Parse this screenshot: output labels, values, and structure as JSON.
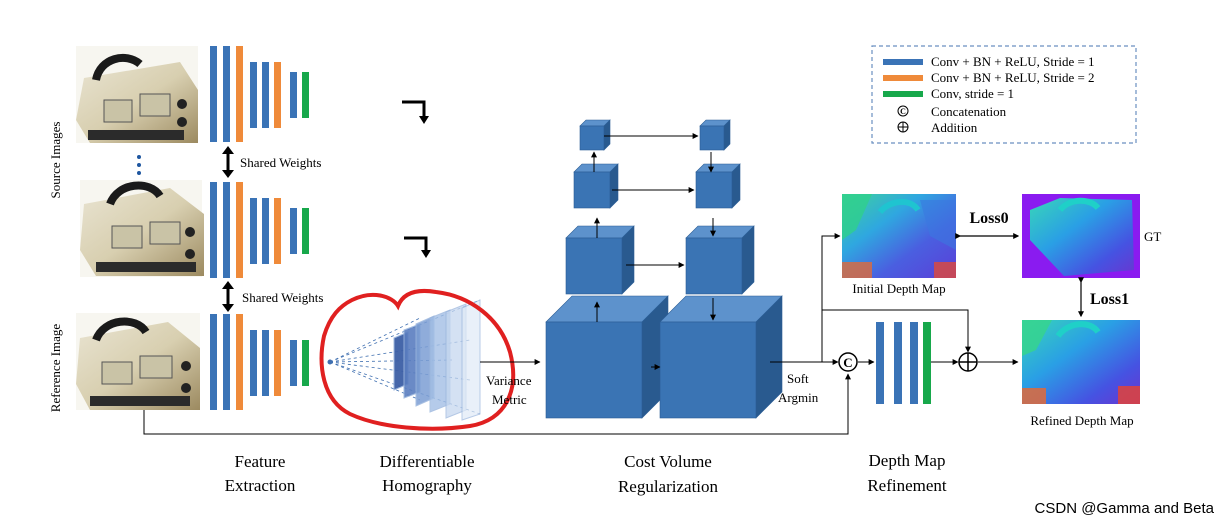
{
  "labels": {
    "source_images": "Source Images",
    "reference_image": "Reference Image",
    "shared_weights_1": "Shared Weights",
    "shared_weights_2": "Shared Weights",
    "variance_line1": "Variance",
    "variance_line2": "Metric",
    "soft_line1": "Soft",
    "soft_line2": "Argmin",
    "initial_depth_map": "Initial Depth Map",
    "refined_depth_map": "Refined Depth Map",
    "loss0": "Loss0",
    "loss1": "Loss1",
    "gt": "GT",
    "concat_symbol": "C"
  },
  "stages": {
    "feature_line1": "Feature",
    "feature_line2": "Extraction",
    "homography_line1": "Differentiable",
    "homography_line2": "Homography",
    "cost_line1": "Cost Volume",
    "cost_line2": "Regularization",
    "refine_line1": "Depth Map",
    "refine_line2": "Refinement"
  },
  "legend": {
    "items": [
      {
        "swatch": "blue",
        "label": "Conv + BN + ReLU, Stride = 1"
      },
      {
        "swatch": "orange",
        "label": "Conv + BN + ReLU, Stride = 2"
      },
      {
        "swatch": "green",
        "label": "Conv, stride = 1"
      },
      {
        "symbol": "concat",
        "label": "Concatenation"
      },
      {
        "symbol": "add",
        "label": "Addition"
      }
    ]
  },
  "watermark": "CSDN @Gamma  and Beta",
  "colors": {
    "blue": "#3a73b6",
    "orange": "#ef8a3a",
    "green": "#17a84b",
    "cube_front": "#3a74b4",
    "cube_top": "#5d92cc",
    "cube_side": "#295a8f",
    "legend_border": "#6a8fc0",
    "highlight_red": "#e02020"
  }
}
